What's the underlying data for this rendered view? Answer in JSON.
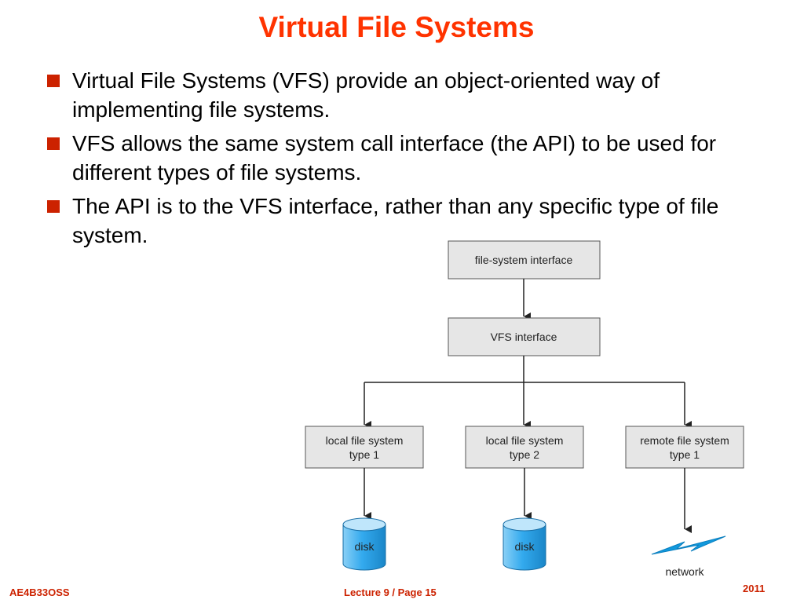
{
  "slide": {
    "title": "Virtual File Systems",
    "bullets": [
      "Virtual File Systems (VFS) provide an object-oriented way of implementing file systems.",
      "VFS allows the same system call interface (the API) to be used for different types of file systems.",
      "The API is to the VFS interface, rather than any specific type of file system."
    ]
  },
  "diagram": {
    "top_box": "file-system interface",
    "vfs_box": "VFS interface",
    "local1": [
      "local file system",
      "type 1"
    ],
    "local2": [
      "local file system",
      "type 2"
    ],
    "remote": [
      "remote file system",
      "type 1"
    ],
    "disk1": "disk",
    "disk2": "disk",
    "network": "network"
  },
  "footer": {
    "course": "AE4B33OSS",
    "lecture": "Lecture 9 / Page 15",
    "year": "2011"
  },
  "colors": {
    "title": "#ff3300",
    "bullet": "#cc2200",
    "box_fill": "#e6e6e6",
    "disk_fill": "#33aaee",
    "network_bolt": "#1199dd"
  }
}
